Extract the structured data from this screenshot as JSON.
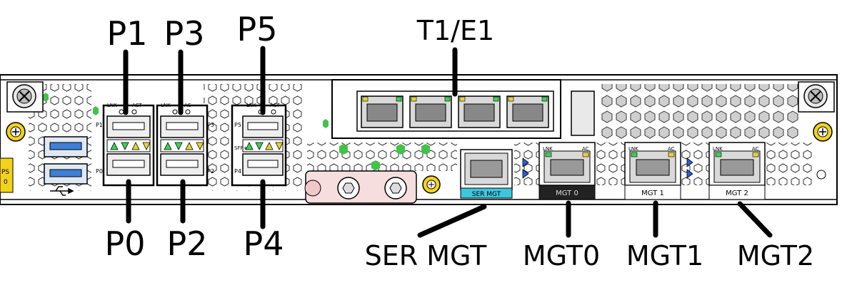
{
  "callouts": {
    "p0": "P0",
    "p1": "P1",
    "p2": "P2",
    "p3": "P3",
    "p4": "P4",
    "p5": "P5",
    "t1e1": "T1/E1",
    "ser_mgt": "SER MGT",
    "mgt0": "MGT0",
    "mgt1": "MGT1",
    "mgt2": "MGT2"
  },
  "panel_labels": {
    "lnk": "LNK",
    "act": "ACT",
    "ac": "AC",
    "p1": "P1",
    "p0": "P0",
    "p3": "P3",
    "p2": "P2",
    "p5": "P5",
    "p4": "P4",
    "sfp": "SFP+",
    "ser_mgt_plate": "SER MGT",
    "mgt0_plate": "MGT 0",
    "mgt1_plate": "MGT 1",
    "mgt2_plate": "MGT 2",
    "ps_top": "PS",
    "ps_bottom": "0"
  },
  "colors": {
    "accent_cyan": "#3ec6dc",
    "led_green": "#39d353",
    "led_yellow": "#e6d23a",
    "hole_green": "#43c24a",
    "tab_yellow": "#f3d21a"
  }
}
